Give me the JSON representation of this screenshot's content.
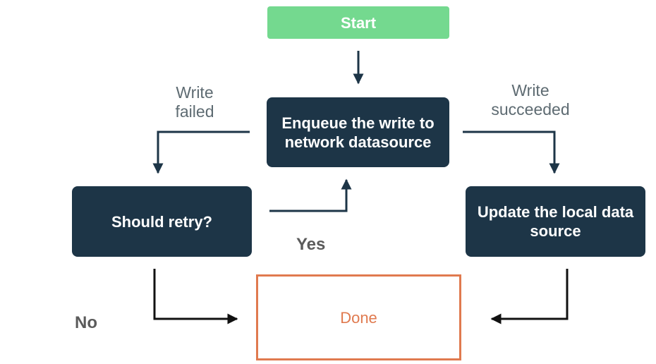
{
  "nodes": {
    "start": "Start",
    "enqueue": "Enqueue the write to network datasource",
    "retry": "Should retry?",
    "update": "Update the local data source",
    "done": "Done"
  },
  "labels": {
    "write_failed_line1": "Write",
    "write_failed_line2": "failed",
    "write_succeeded_line1": "Write",
    "write_succeeded_line2": "succeeded",
    "yes": "Yes",
    "no": "No"
  },
  "colors": {
    "start_fill": "#74d98f",
    "process_fill": "#1d3547",
    "done_border": "#e07a4f",
    "connector": "#1d3547"
  }
}
